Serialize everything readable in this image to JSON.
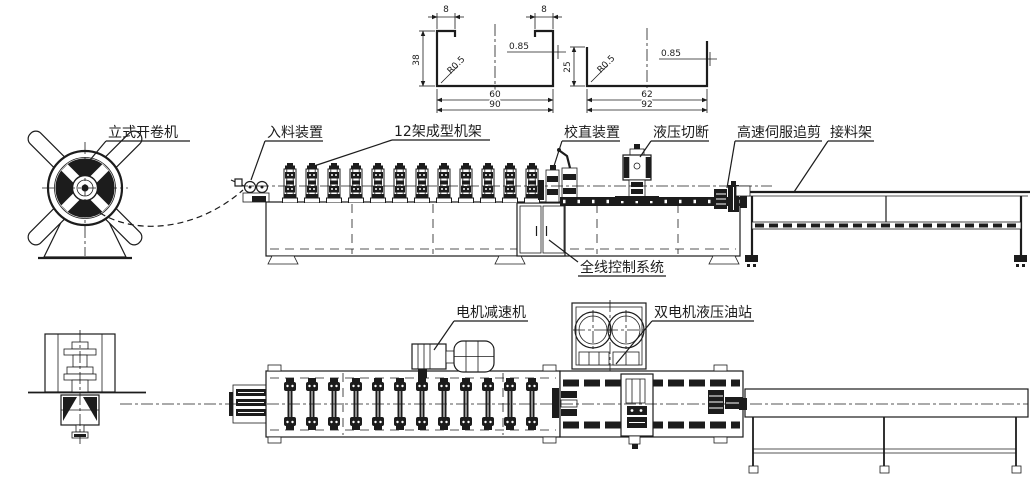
{
  "drawing": {
    "background": "#ffffff",
    "line_color": "#1c1c1c"
  },
  "profile_left": {
    "lip_left": "8",
    "lip_right": "8",
    "height": "38",
    "radius": "R0.5",
    "thickness": "0.85",
    "width_inner": "60",
    "width_outer": "90"
  },
  "profile_right": {
    "height": "25",
    "radius": "R0.5",
    "thickness": "0.85",
    "width_inner": "62",
    "width_outer": "92"
  },
  "labels": {
    "decoiler": "立式开卷机",
    "feeder": "入料装置",
    "forming_mill": "12架成型机架",
    "straightener": "校直装置",
    "hydraulic_cutoff": "液压切断",
    "servo_shear": "高速伺服追剪",
    "receiving_rack": "接料架",
    "line_control": "全线控制系统",
    "motor_reducer": "电机减速机",
    "hydraulic_station": "双电机液压油站"
  }
}
